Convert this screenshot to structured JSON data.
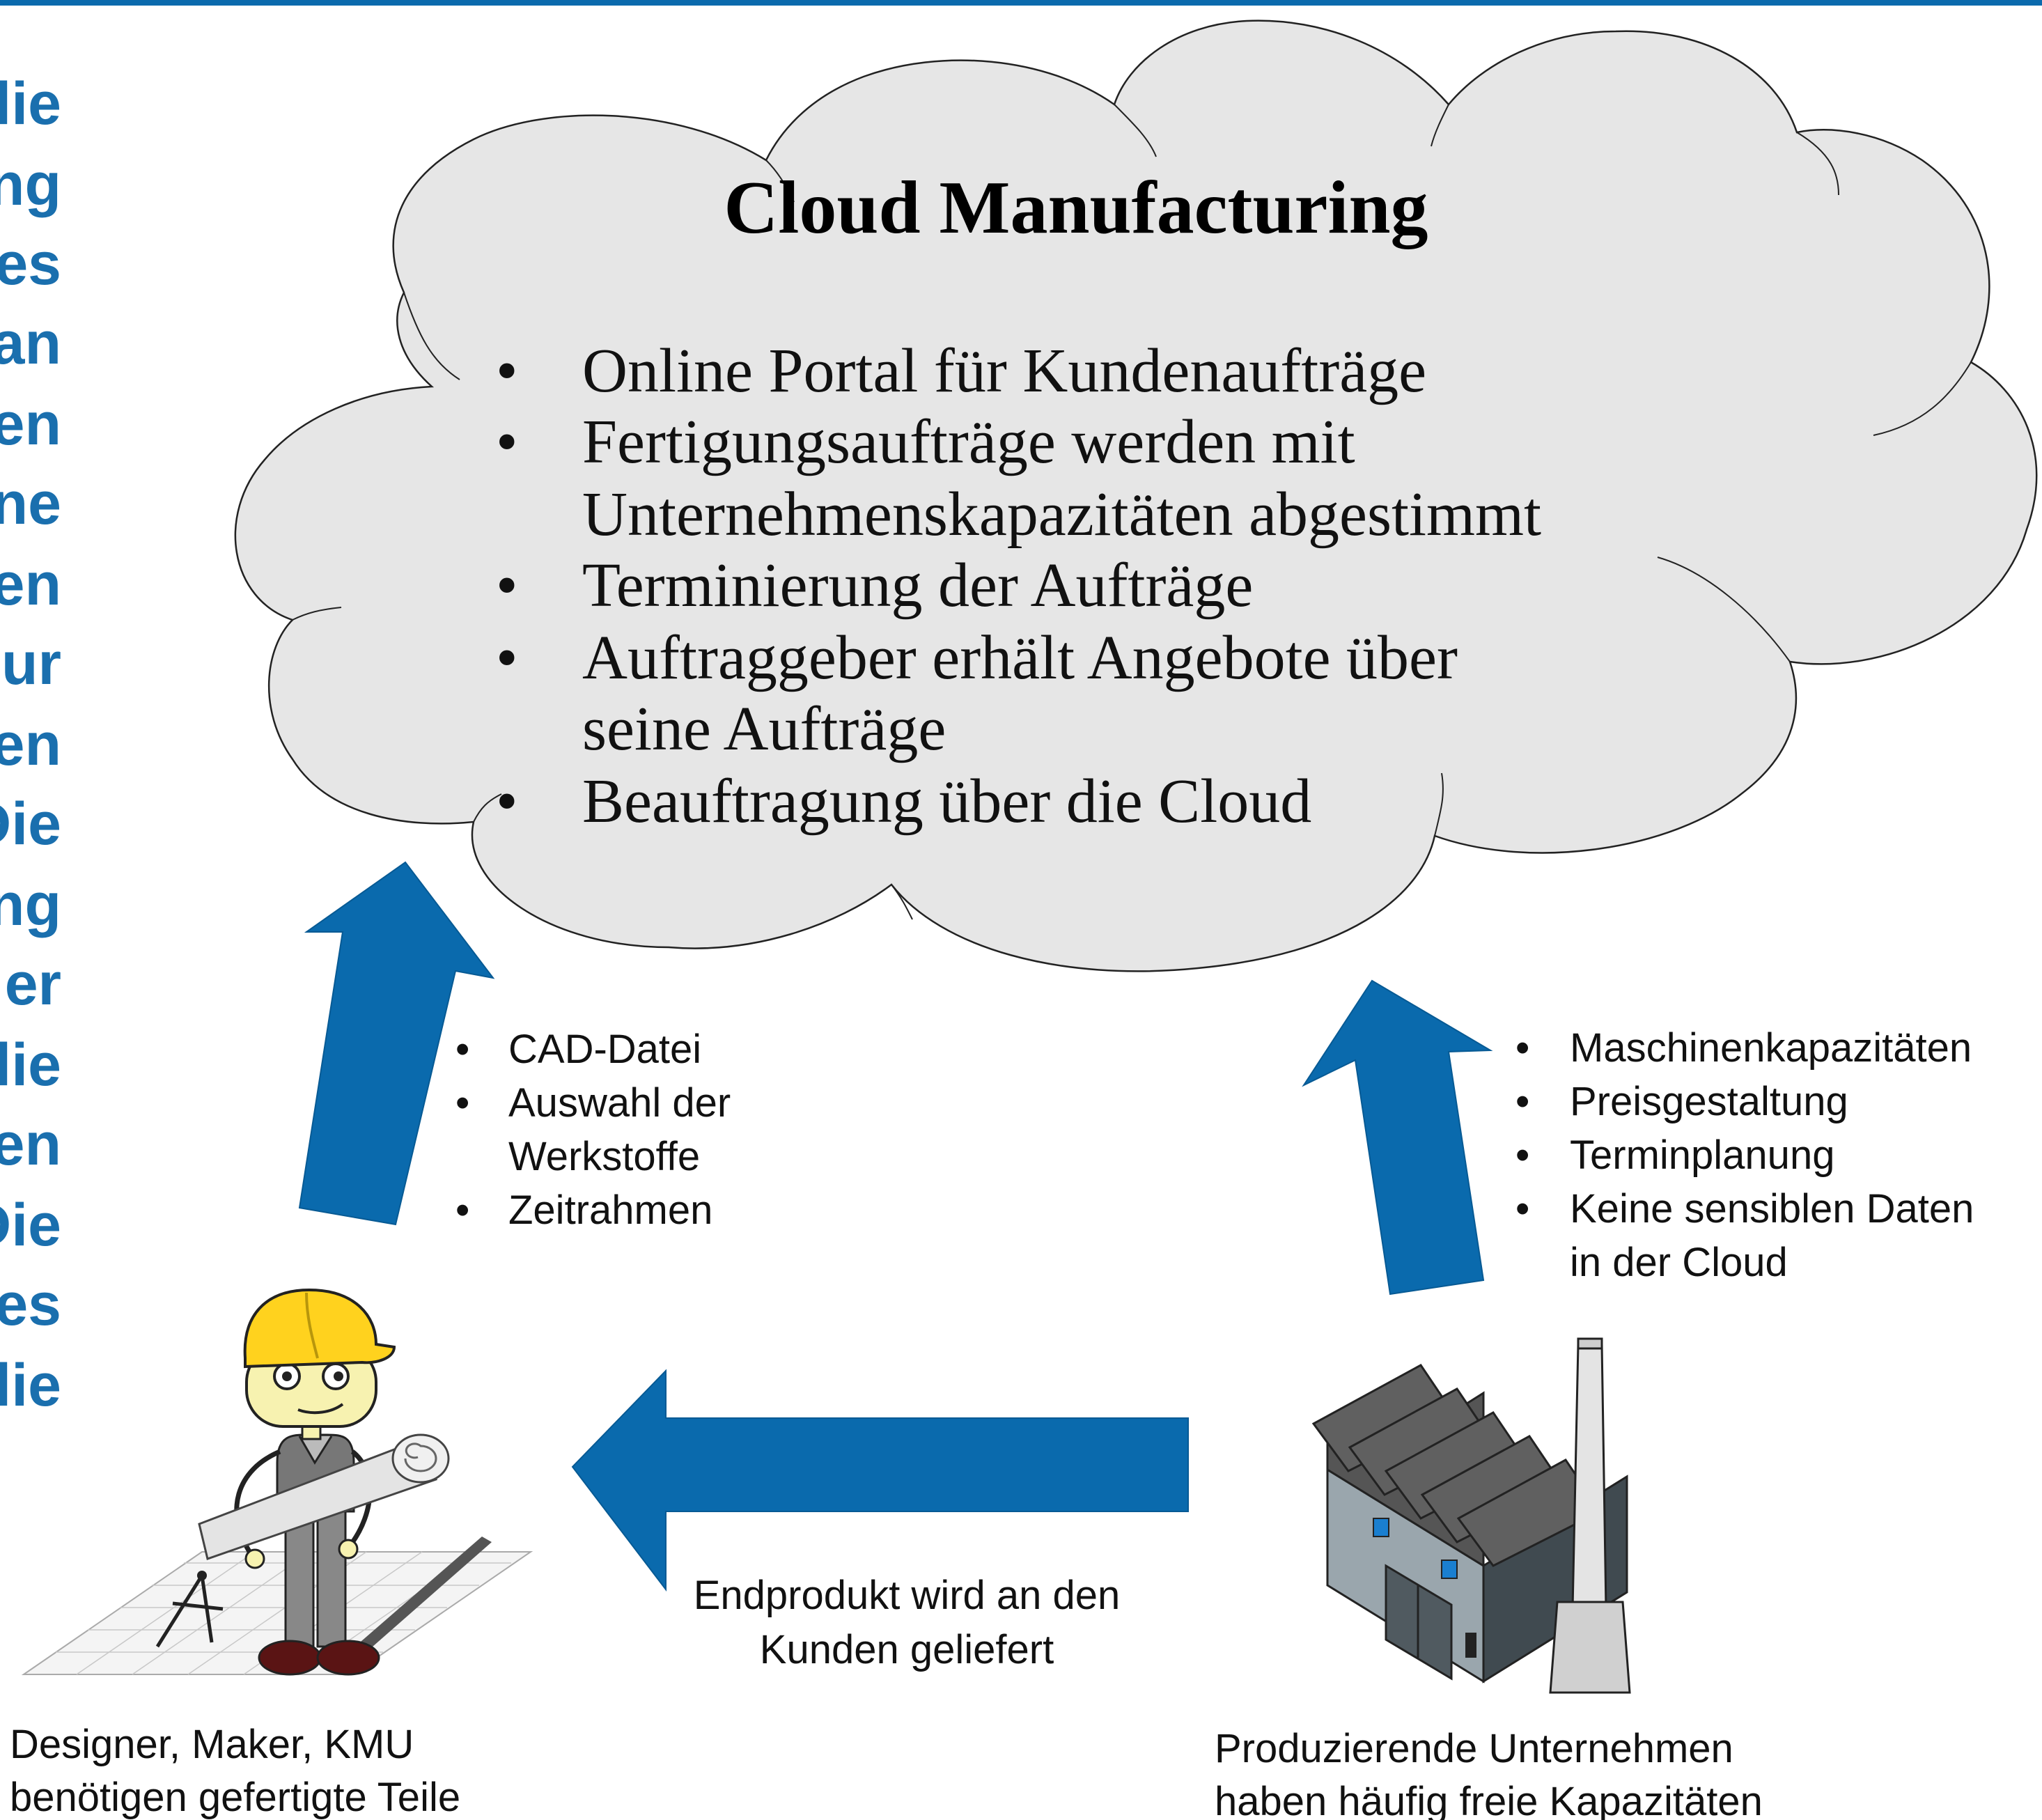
{
  "side_text_fragments": [
    "lie",
    "ng",
    "es",
    "an",
    "en",
    "ne",
    "en",
    "ur",
    "en",
    "Die",
    "ng",
    "er",
    "lie",
    "en",
    "Die",
    "es",
    "lie"
  ],
  "cloud": {
    "title": "Cloud Manufacturing",
    "items": [
      "Online Portal für Kundenaufträge",
      "Fertigungsaufträge werden mit",
      "Unternehmenskapazitäten abgestimmt",
      "Terminierung der Aufträge",
      "Auftraggeber erhält Angebote über",
      "seine Aufträge",
      "Beauftragung über die Cloud"
    ]
  },
  "left_notes": [
    "CAD-Datei",
    "Auswahl der",
    "Werkstoffe",
    "Zeitrahmen"
  ],
  "right_notes": [
    "Maschinenkapazitäten",
    "Preisgestaltung",
    "Terminplanung",
    "Keine sensiblen Daten",
    "in der Cloud"
  ],
  "delivery_caption": [
    "Endprodukt wird an den",
    "Kunden geliefert"
  ],
  "designer_caption": [
    "Designer, Maker, KMU",
    "benötigen gefertigte Teile"
  ],
  "company_caption": [
    "Produzierende Unternehmen",
    "haben häufig freie Kapazitäten"
  ],
  "colors": {
    "accent_blue": "#0a6aad",
    "cloud_fill": "#e6e6e6",
    "side_text": "#1a6fae"
  }
}
